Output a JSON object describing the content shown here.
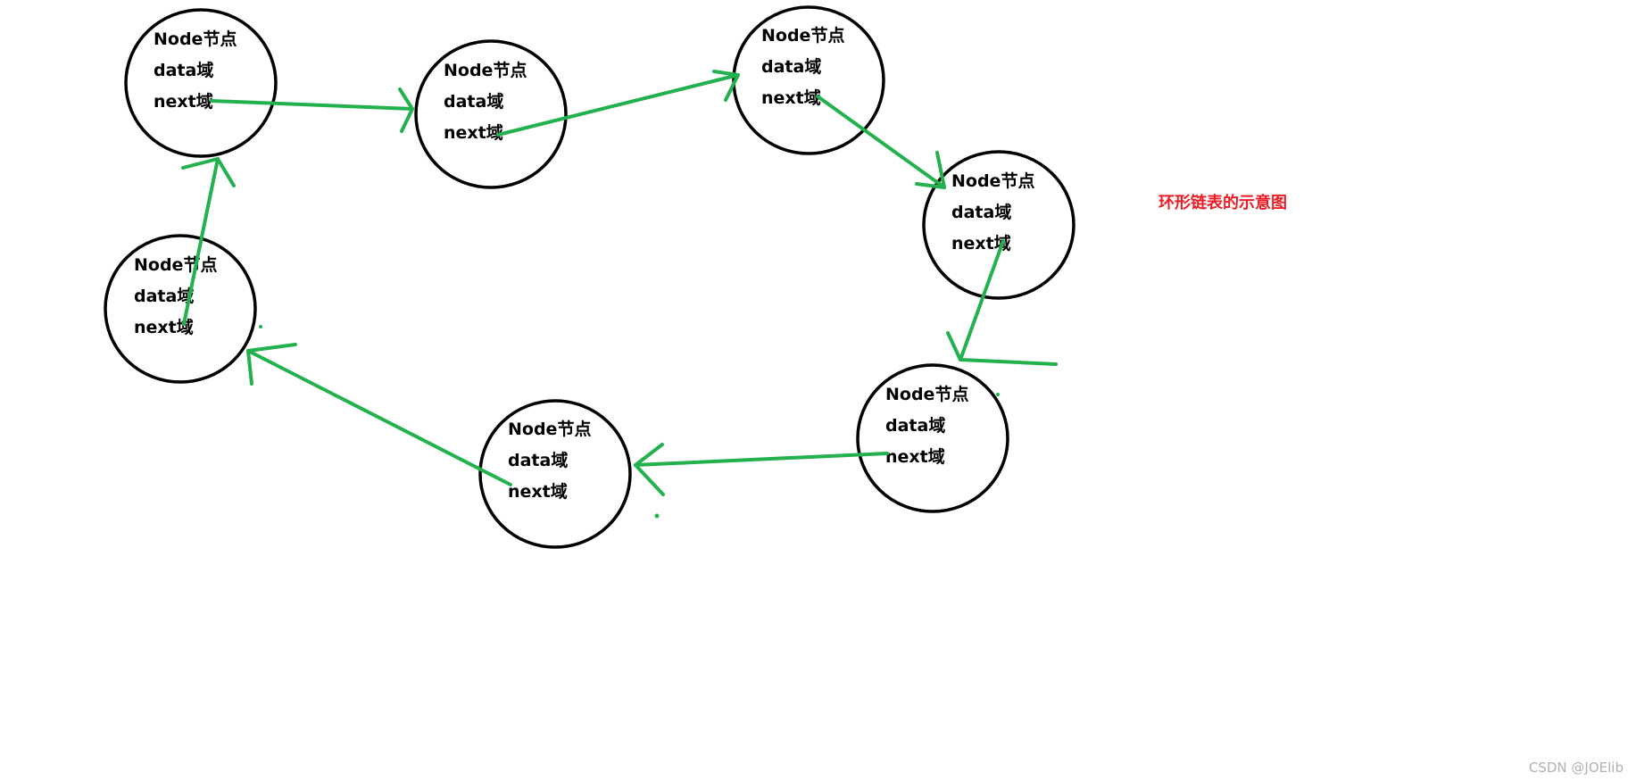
{
  "title": "环形链表的示意图",
  "watermark": "CSDN @JOElib",
  "colors": {
    "arrow": "#22b14c",
    "title": "#ed1c24",
    "outline": "#000000",
    "watermark": "#b0b0b0"
  },
  "nodes": [
    {
      "id": "n1",
      "lines": [
        "Node节点",
        "data域",
        "next域"
      ]
    },
    {
      "id": "n2",
      "lines": [
        "Node节点",
        "data域",
        "next域"
      ]
    },
    {
      "id": "n3",
      "lines": [
        "Node节点",
        "data域",
        "next域"
      ]
    },
    {
      "id": "n4",
      "lines": [
        "Node节点",
        "data域",
        "next域"
      ]
    },
    {
      "id": "n5",
      "lines": [
        "Node节点",
        "data域",
        "next域"
      ]
    },
    {
      "id": "n6",
      "lines": [
        "Node节点",
        "data域",
        "next域"
      ]
    },
    {
      "id": "n7",
      "lines": [
        "Node节点",
        "data域",
        "next域"
      ]
    }
  ],
  "edges": [
    {
      "from": "n1",
      "to": "n2"
    },
    {
      "from": "n2",
      "to": "n3"
    },
    {
      "from": "n3",
      "to": "n4"
    },
    {
      "from": "n4",
      "to": "n5"
    },
    {
      "from": "n5",
      "to": "n6"
    },
    {
      "from": "n6",
      "to": "n7"
    },
    {
      "from": "n7",
      "to": "n1"
    }
  ]
}
